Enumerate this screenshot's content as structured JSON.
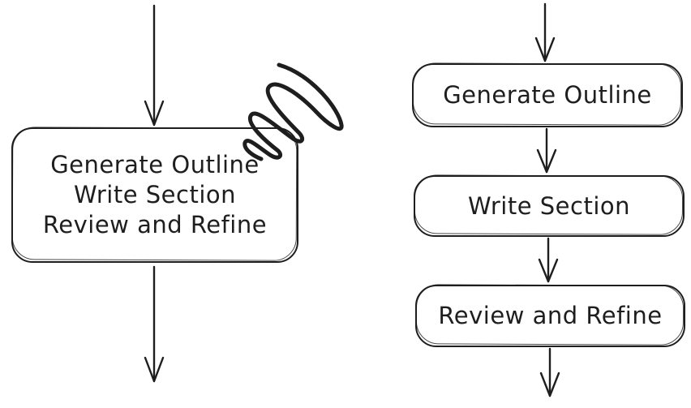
{
  "canvas": {
    "background_color": "#ffffff",
    "stroke_color": "#1e1e1e",
    "style": "hand-drawn flowchart"
  },
  "left_flow": {
    "description": "single combined node with three steps and a scribble rejection mark",
    "node_lines": [
      "Generate Outline",
      "Write Section",
      "Review and Refine"
    ],
    "annotation": "scribble-mark"
  },
  "right_flow": {
    "description": "three sequential nodes connected by arrows",
    "nodes": [
      {
        "label": "Generate Outline"
      },
      {
        "label": "Write Section"
      },
      {
        "label": "Review and Refine"
      }
    ]
  }
}
